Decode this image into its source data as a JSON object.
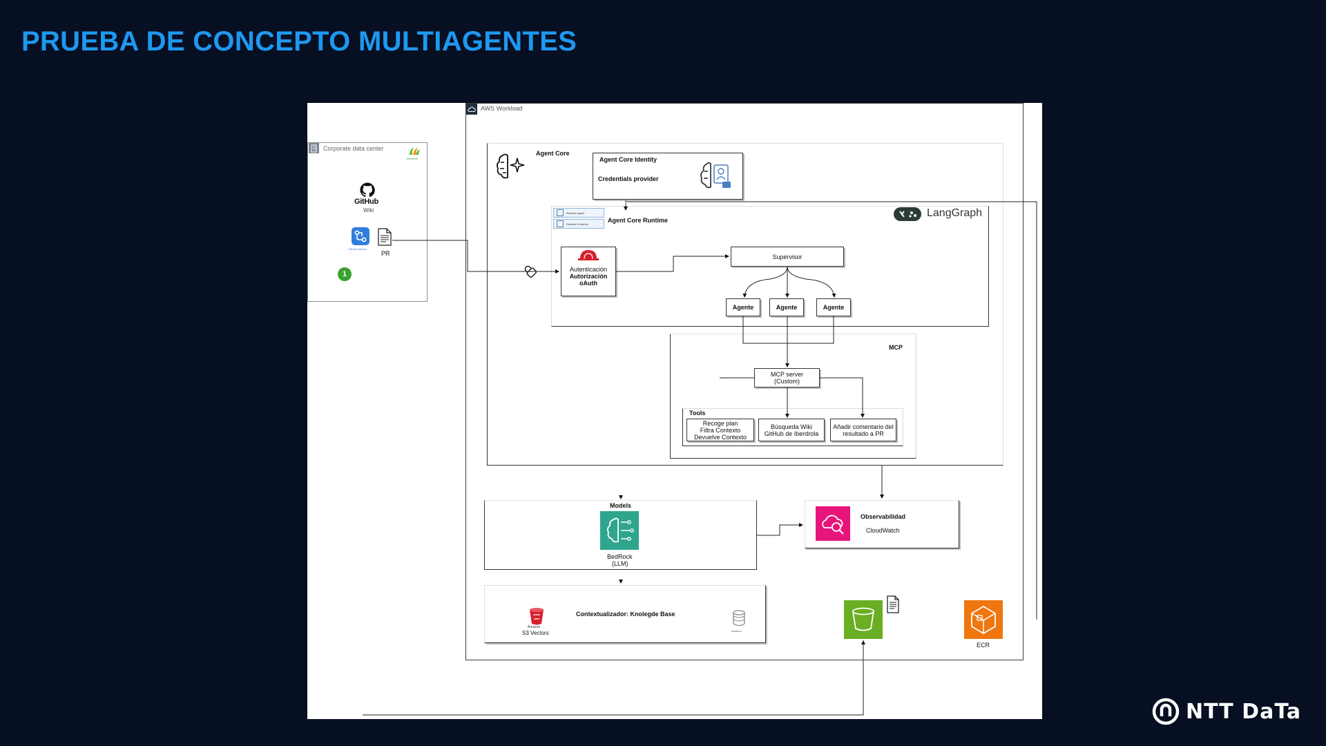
{
  "slide": {
    "title": "PRUEBA DE CONCEPTO MULTIAGENTES"
  },
  "groups": {
    "corporate_dc": "Corporate data center",
    "corporate_logo": "Iberdrola",
    "aws_workload": "AWS Workload",
    "agent_core": "Agent Core",
    "agent_core_runtime": "Agent Core Runtime",
    "mcp": "MCP",
    "tools": "Tools",
    "models": "Models"
  },
  "corporate": {
    "github": "GitHub",
    "wiki": "Wiki",
    "github_actions": "GitHub Actions",
    "pr": "PR",
    "step_number": "1"
  },
  "identity": {
    "title": "Agent Core Identity",
    "provider": "Credentials provider"
  },
  "runtime_chips": [
    "Runtime Agent",
    "Runtime Endpoint"
  ],
  "langgraph": {
    "brand": "LangGraph"
  },
  "auth": {
    "line1": "Autenticación",
    "line2": "Autorización",
    "line3": "oAuth"
  },
  "supervisor": "Supervisor",
  "agents": [
    "Agente",
    "Agente",
    "Agente"
  ],
  "mcp_server": {
    "line1": "MCP server",
    "line2": "(Custom)"
  },
  "tools": [
    {
      "line1": "Recoge plan",
      "line2": "Filtra Contexto",
      "line3": "Devuelve Contexto"
    },
    {
      "line1": "Búsqueda Wiki",
      "line2": "GitHub de Iberdrola"
    },
    {
      "line1": "Añadir comentario del",
      "line2": "resultado a PR"
    }
  ],
  "observability": {
    "title": "Observabilidad",
    "service": "CloudWatch"
  },
  "bedrock": {
    "line1": "BedRock",
    "line2": "(LLM)"
  },
  "knowledge": {
    "title": "Contextualizador: Knolegde Base",
    "s3v_small": "Amazon",
    "s3v_label": "S3 Vectors",
    "db_label": "Amazon"
  },
  "ecr": "ECR",
  "brand": {
    "name": "NTT DaTa"
  },
  "colors": {
    "title": "#1e98f0",
    "background": "#070f22",
    "bedrock": "#2fa58e",
    "cloudwatch": "#e7157b",
    "s3": "#6aae23",
    "ecr": "#f0760f",
    "github_actions": "#2f7ddf",
    "step_badge": "#3aa230",
    "auth_red": "#d6202a",
    "iberdrola_green": "#5fb233",
    "iberdrola_orange": "#f39200"
  },
  "icons": [
    "github-icon",
    "github-actions-icon",
    "document-icon",
    "lock-icon",
    "agentcore-brain-icon",
    "identity-icon",
    "langgraph-logo-icon",
    "bedrock-icon",
    "cloudwatch-icon",
    "s3-bucket-icon",
    "ecr-icon",
    "s3-vectors-icon",
    "database-icon",
    "cloud-icon",
    "building-icon",
    "ntt-data-logo-icon"
  ]
}
